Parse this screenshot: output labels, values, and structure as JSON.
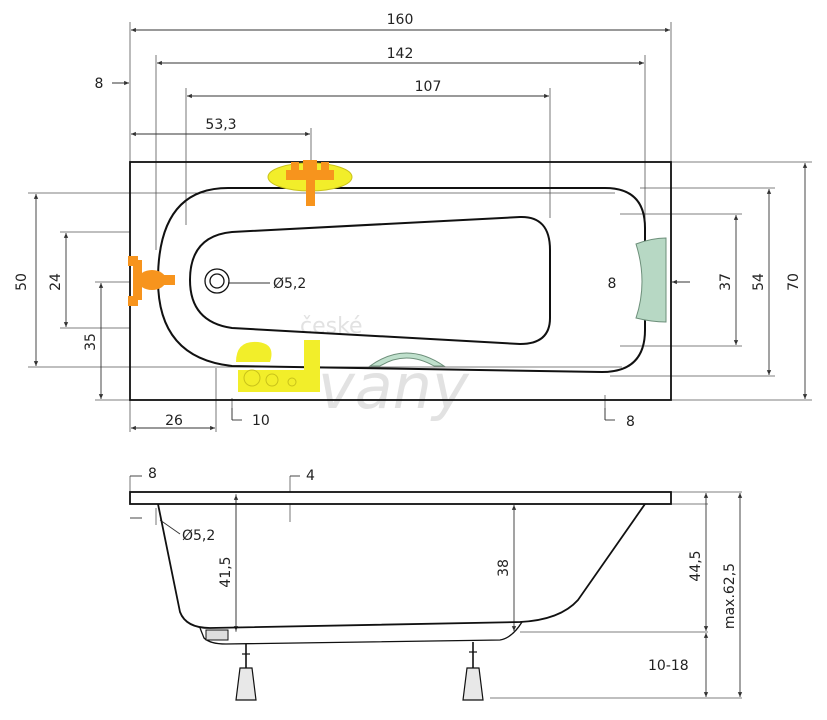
{
  "top_view": {
    "dimensions": {
      "overall_length": "160",
      "inner_length": "142",
      "basin_length": "107",
      "tap_offset": "53,3",
      "rim_left": "8",
      "overall_width_left": "50",
      "drain_width": "24",
      "drain_offset": "35",
      "overall_width": "70",
      "inner_width": "54",
      "basin_width_right": "37",
      "rim_right": "8",
      "bottom_offset": "26",
      "bottom_rim": "10",
      "bottom_rim_right": "8",
      "drain_diameter": "Ø5,2"
    }
  },
  "side_view": {
    "dimensions": {
      "rim_left": "8",
      "rim_thickness": "4",
      "overflow_diameter": "Ø5,2",
      "overflow_height": "41,5",
      "inner_depth": "38",
      "total_depth": "44,5",
      "max_height": "max.62,5",
      "legs_height": "10-18"
    }
  },
  "watermark": {
    "line1": "české",
    "line2": "vany"
  },
  "colors": {
    "fixture_orange": "#f7941d",
    "fixture_yellow": "#f2ee2a",
    "headrest_green": "#b7d8c4",
    "handle_green": "#bfe0cc",
    "outline": "#111111",
    "dim_line": "#333333"
  }
}
